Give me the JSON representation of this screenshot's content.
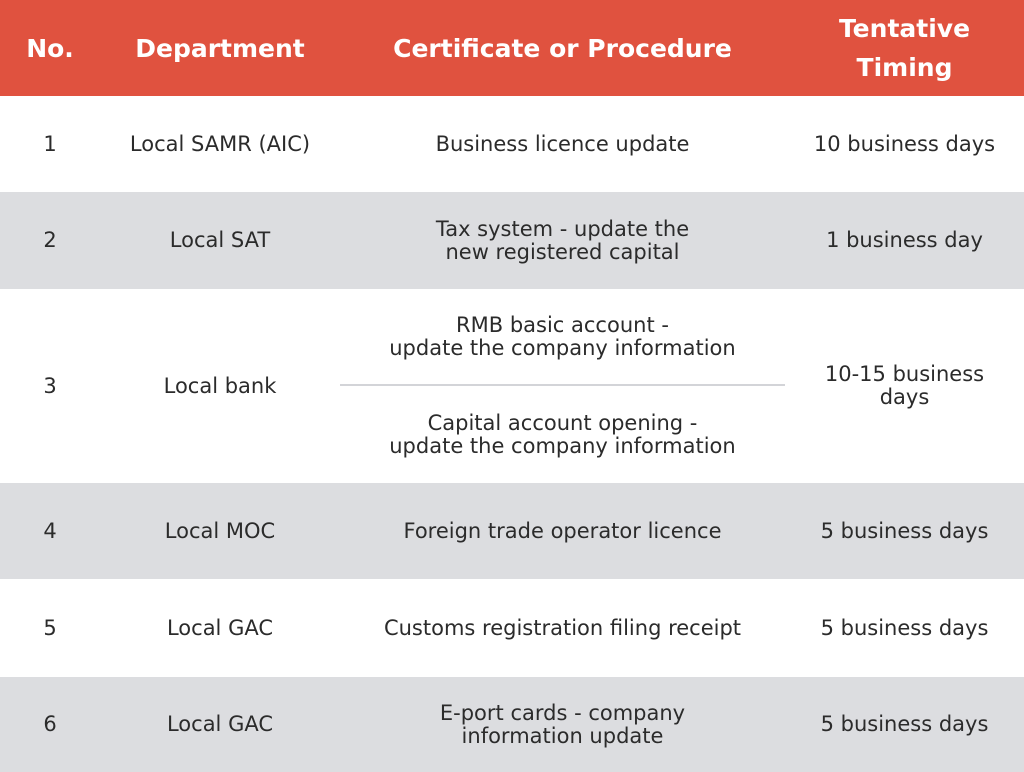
{
  "colors": {
    "header_bg": "#e0523f",
    "header_text": "#ffffff",
    "row_grey": "#dcdde0",
    "row_white": "#ffffff",
    "body_text": "#2b2b2b"
  },
  "header": {
    "no": "No.",
    "department": "Department",
    "certificate": "Certificate or Procedure",
    "timing_line1": "Tentative",
    "timing_line2": "Timing"
  },
  "rows": [
    {
      "no": "1",
      "department": "Local SAMR (AIC)",
      "certificate_line1": "Business licence update",
      "timing_line1": "10 business days"
    },
    {
      "no": "2",
      "department": "Local SAT",
      "certificate_line1": "Tax system - update the",
      "certificate_line2": "new registered capital",
      "timing_line1": "1 business day"
    },
    {
      "no": "3",
      "department": "Local bank",
      "certificates": [
        {
          "line1": "RMB basic account -",
          "line2": "update the company information"
        },
        {
          "line1": "Capital account opening -",
          "line2": "update the company information"
        }
      ],
      "timing_line1": "10-15 business",
      "timing_line2": "days"
    },
    {
      "no": "4",
      "department": "Local MOC",
      "certificate_line1": "Foreign trade operator licence",
      "timing_line1": "5 business days"
    },
    {
      "no": "5",
      "department": "Local GAC",
      "certificate_line1": "Customs registration filing receipt",
      "timing_line1": "5 business days"
    },
    {
      "no": "6",
      "department": "Local GAC",
      "certificate_line1": "E-port cards - company",
      "certificate_line2": "information update",
      "timing_line1": "5 business days"
    }
  ]
}
